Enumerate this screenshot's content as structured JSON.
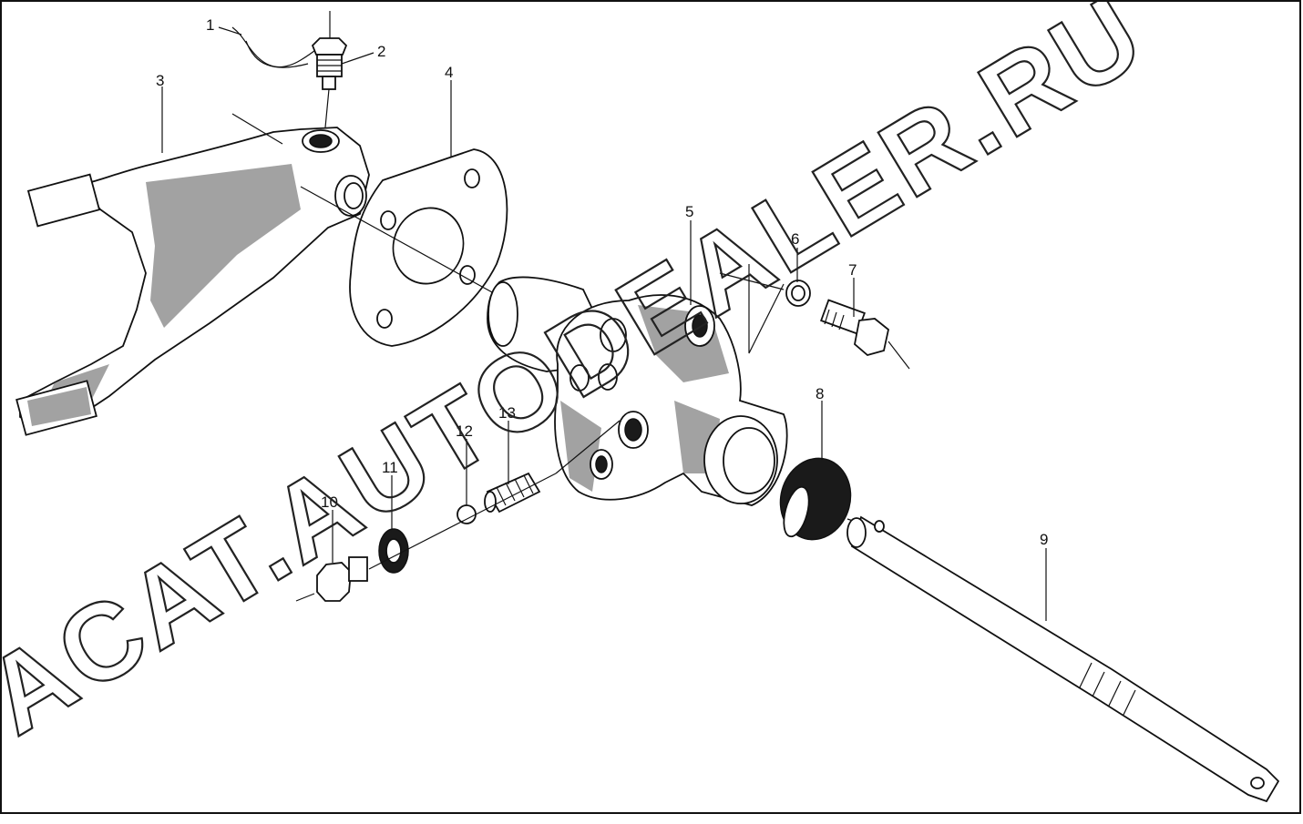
{
  "diagram": {
    "callouts": [
      "1",
      "2",
      "3",
      "4",
      "5",
      "6",
      "7",
      "8",
      "9",
      "10",
      "11",
      "12",
      "13"
    ],
    "watermark": "ACAT.AUTODEALER.RU"
  },
  "colors": {
    "line": "#111111",
    "background": "#ffffff"
  }
}
